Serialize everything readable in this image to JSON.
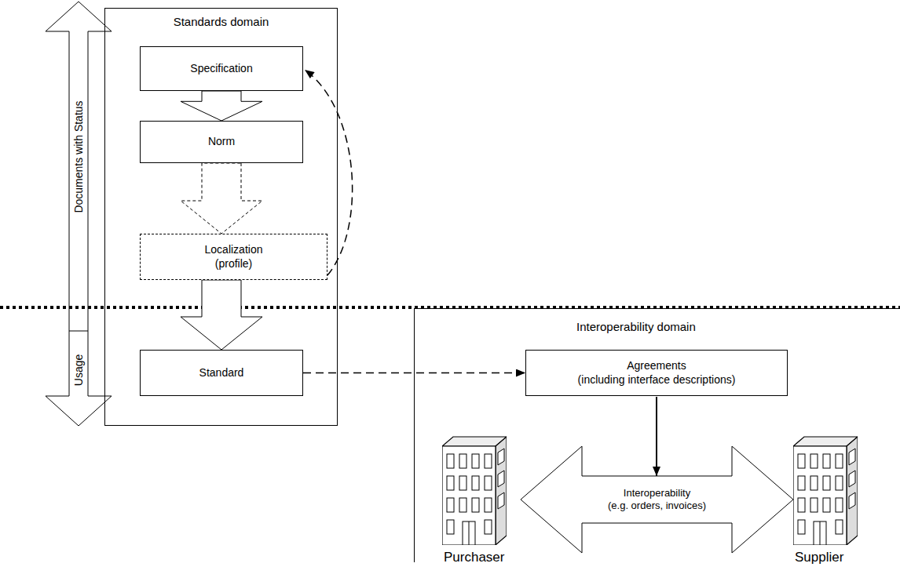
{
  "diagram": {
    "nodes": [
      {
        "text": [
          "Standards domain"
        ]
      },
      {
        "text": [
          "Specification"
        ],
        "in": 0
      },
      {
        "text": [
          "Norm"
        ],
        "in": 0
      },
      {
        "text": [
          "Localization (profile)"
        ],
        "in": 0
      },
      {
        "text": [
          "Standard"
        ],
        "in": 0
      },
      {
        "text": [
          "Interoperability domain"
        ]
      },
      {
        "text": [
          "Agreements (including interface descriptions)"
        ],
        "in": 5
      },
      {
        "text": [
          "Purchaser"
        ],
        "in": 5
      },
      {
        "text": [
          "Supplier"
        ],
        "in": 5
      }
    ],
    "edges": [
      {
        "from": 1,
        "to": 2,
        "arrow": "to"
      },
      {
        "from": 2,
        "to": 3,
        "arrow": "to"
      },
      {
        "from": 3,
        "to": 4,
        "arrow": "to"
      },
      {
        "from": 3,
        "to": 1,
        "arrow": "to"
      },
      {
        "from": 4,
        "to": 6,
        "arrow": "to"
      },
      {
        "from": 7,
        "to": 8,
        "arrow": "both",
        "label": "Interoperability (e.g. orders, invoices)"
      }
    ],
    "labels": [
      "Documents with Status",
      "Usage"
    ]
  }
}
